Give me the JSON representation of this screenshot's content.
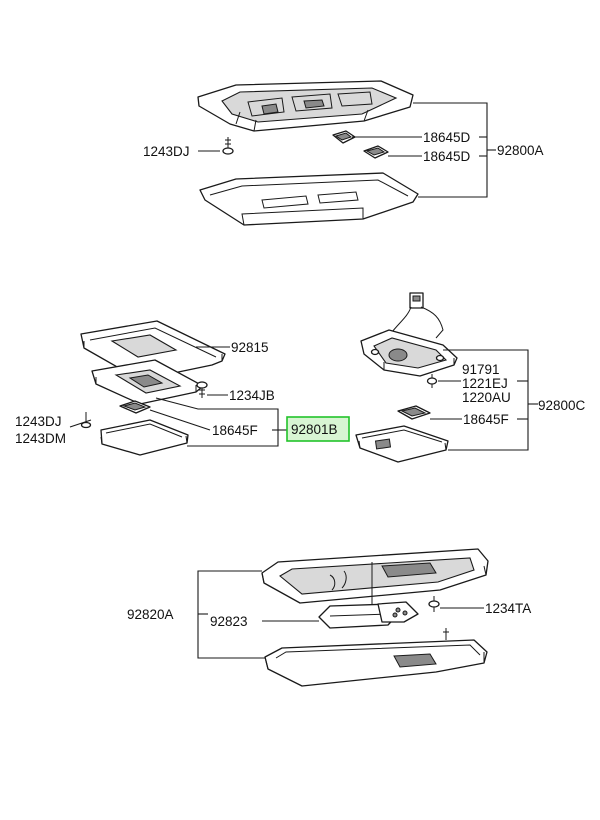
{
  "labels": {
    "top_clip_upper": "18645D",
    "top_clip_lower": "18645D",
    "top_screw": "1243DJ",
    "top_assembly": "92800A",
    "mid_left_bracket": "92815",
    "mid_left_bolt": "1234JB",
    "mid_left_screw_a": "1243DJ",
    "mid_left_screw_b": "1243DM",
    "mid_left_bulb": "18645F",
    "mid_left_assembly": "92801B",
    "mid_right_code_a": "91791",
    "mid_right_code_b": "1221EJ",
    "mid_right_code_c": "1220AU",
    "mid_right_bulb": "18645F",
    "mid_right_assembly": "92800C",
    "bottom_assembly": "92820A",
    "bottom_lens": "92823",
    "bottom_bolt": "1234TA"
  },
  "highlight_color": "#22c32a"
}
